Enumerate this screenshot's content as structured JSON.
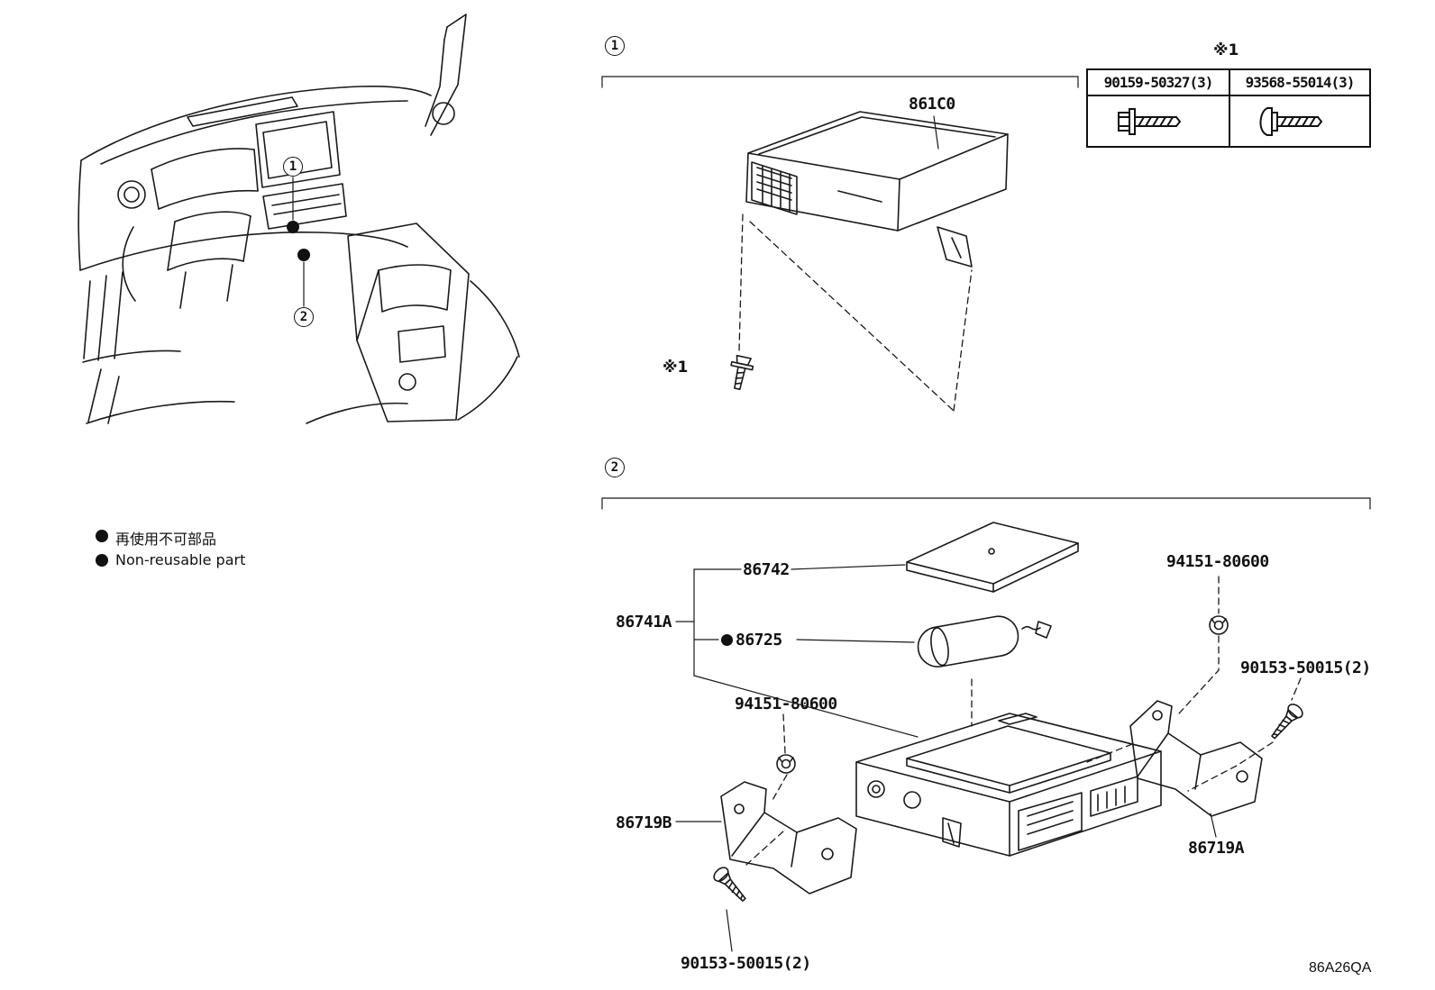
{
  "figure": {
    "code": "86A26QA"
  },
  "legend": {
    "jp": "再使用不可部品",
    "en": "Non-reusable part"
  },
  "dashboard": {
    "callout_1": "1",
    "callout_2": "2"
  },
  "section1": {
    "marker": "1",
    "note_table": "※1",
    "note_screw": "※1",
    "module": "861C0",
    "fasteners": [
      "90159-50327(3)",
      "93568-55014(3)"
    ]
  },
  "section2": {
    "marker": "2",
    "cover": "86742",
    "assembly": "86741A",
    "battery": "86725",
    "clip_top": "94151-80600",
    "clip_left": "94151-80600",
    "screw_right": "90153-50015(2)",
    "screw_bottom": "90153-50015(2)",
    "bracket_left": "86719B",
    "bracket_right": "86719A"
  }
}
